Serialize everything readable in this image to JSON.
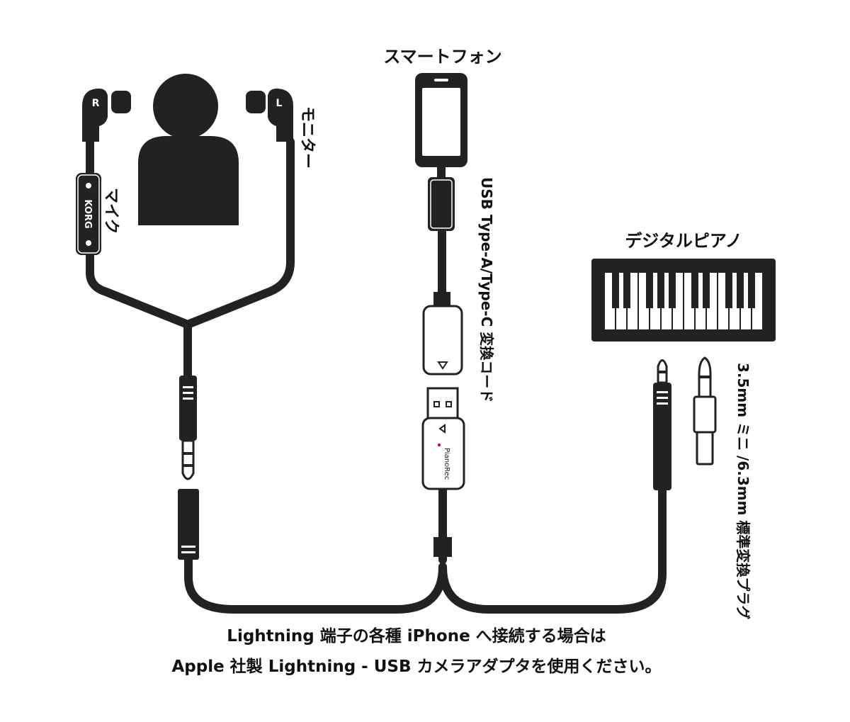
{
  "labels": {
    "smartphone": "スマートフォン",
    "monitor": "モニター",
    "mic": "マイク",
    "usb_adapter": "USB Type-A/Type-C 変換コード",
    "digital_piano": "デジタルピアノ",
    "plug_adapter": "3.5mm ミニ /6.3mm 標準変換プラグ",
    "note_line1": "Lightning 端子の各種 iPhone へ接続する場合は",
    "note_line2": "Apple 社製 Lightning - USB カメラアダプタを使用ください。"
  },
  "earbuds": {
    "right_mark": "R",
    "left_mark": "L"
  },
  "mic_controller": {
    "brand": "KORG"
  },
  "dongle": {
    "brand": "PianoRec"
  },
  "colors": {
    "ink": "#222222",
    "accent": "#d0021b",
    "background": "#ffffff"
  }
}
